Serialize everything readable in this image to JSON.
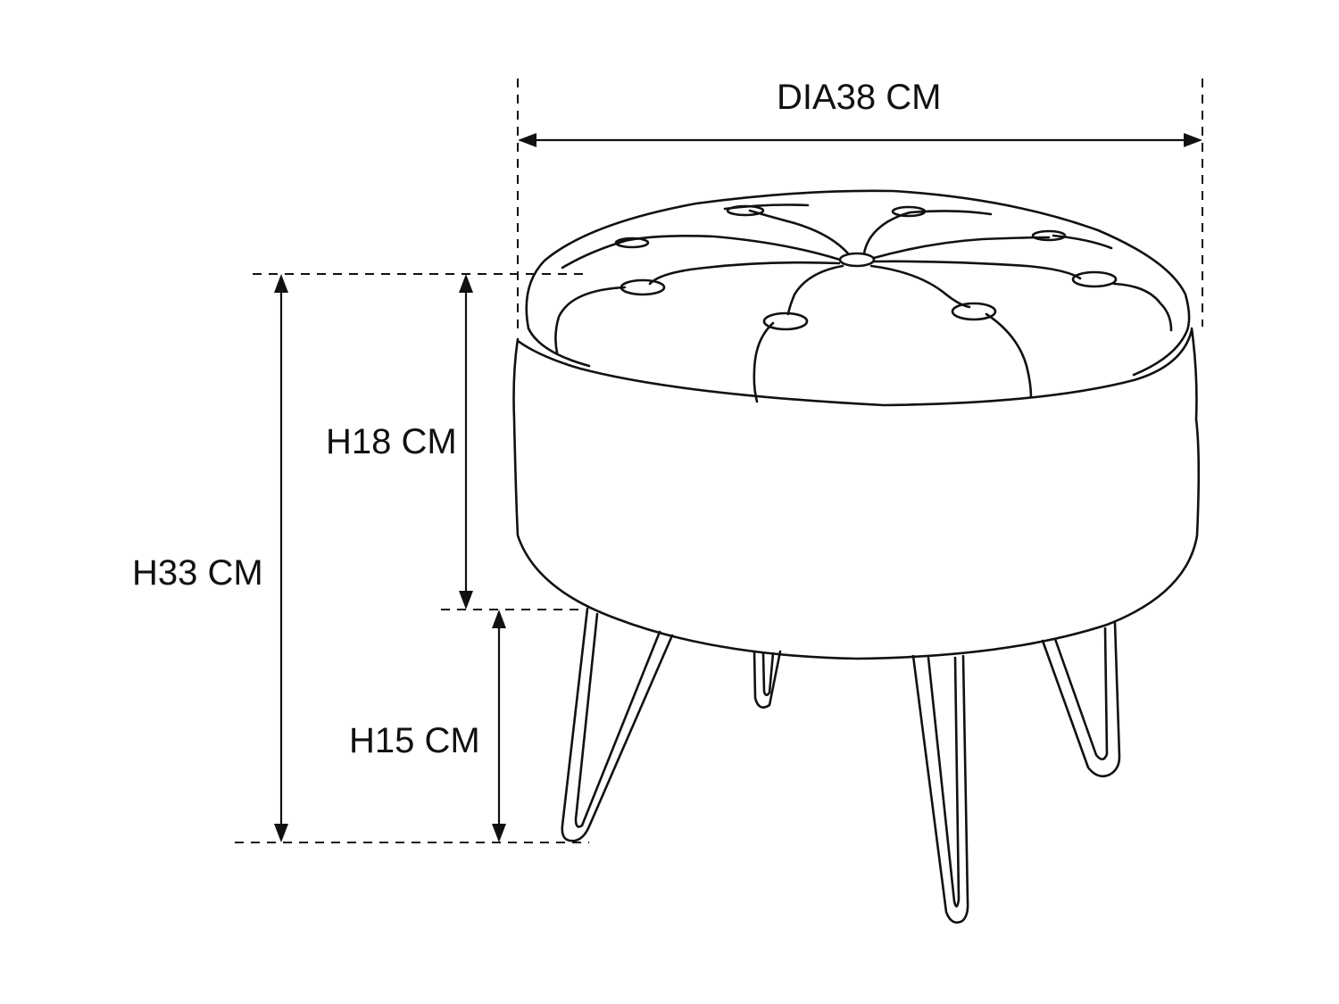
{
  "dimensions": {
    "diameter_label": "DIA38 CM",
    "seat_height_label": "H18 CM",
    "total_height_label": "H33 CM",
    "leg_height_label": "H15 CM"
  },
  "colors": {
    "line": "#111111",
    "background": "#ffffff"
  }
}
